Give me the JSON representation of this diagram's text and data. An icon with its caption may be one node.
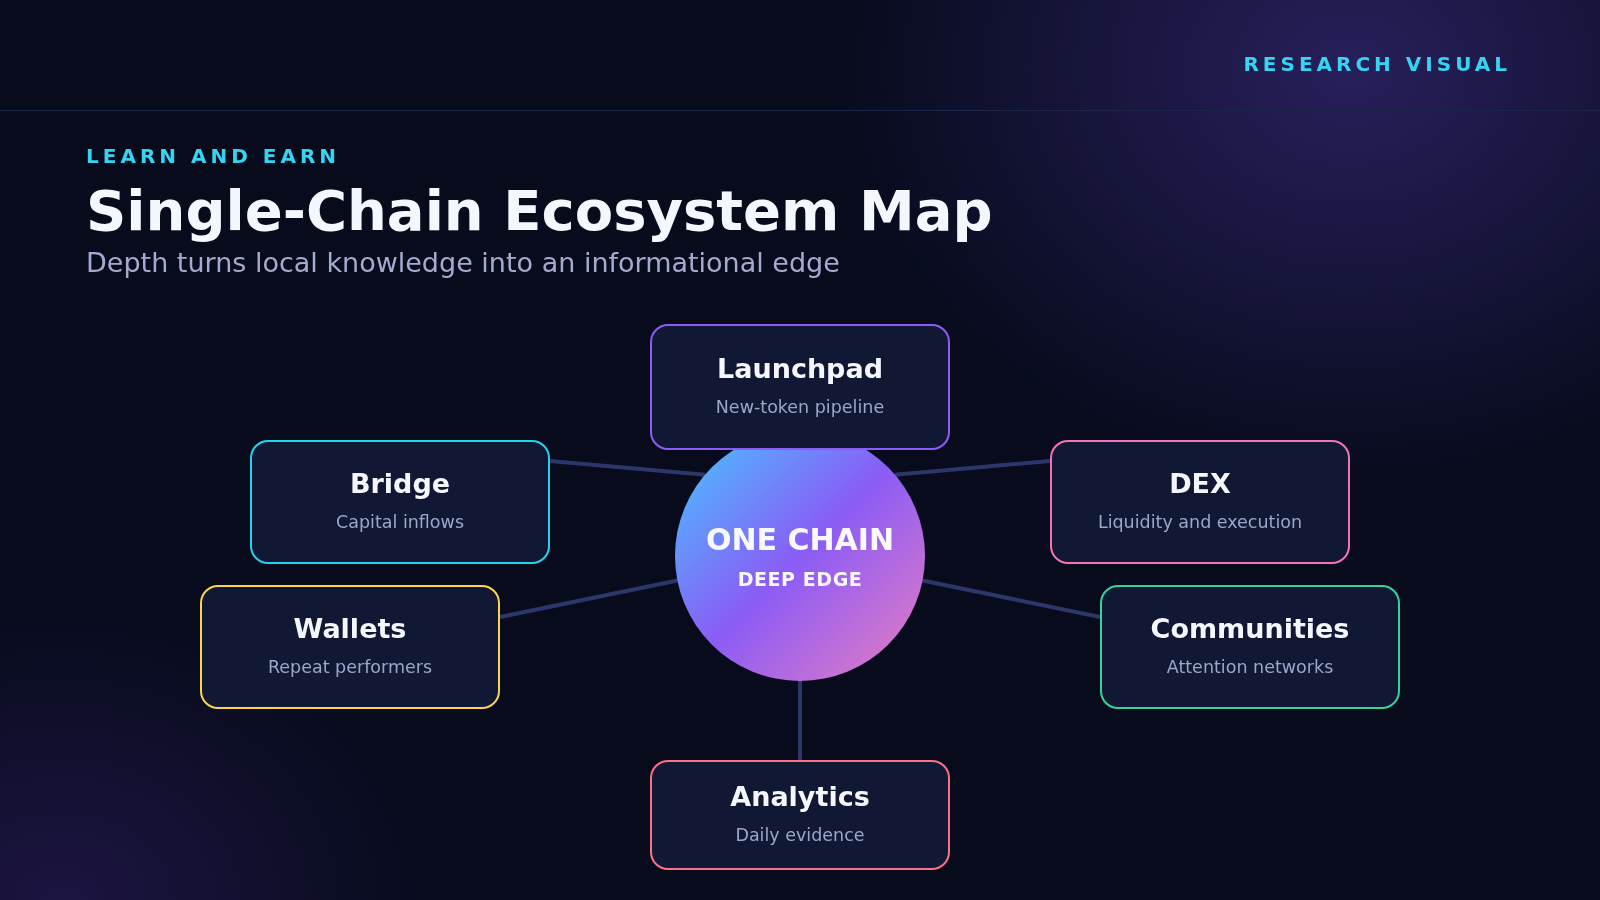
{
  "diagram": {
    "title": "Single-Chain Ecosystem Map",
    "nodes": [
      {
        "text": [
          "Launchpad",
          "New-token pipeline"
        ]
      },
      {
        "text": [
          "Bridge",
          "Capital inflows"
        ]
      },
      {
        "text": [
          "DEX",
          "Liquidity and execution"
        ]
      },
      {
        "text": [
          "ONE CHAIN",
          "DEEP EDGE"
        ]
      },
      {
        "text": [
          "Wallets",
          "Repeat performers"
        ]
      },
      {
        "text": [
          "Communities",
          "Attention networks"
        ]
      },
      {
        "text": [
          "Analytics",
          "Daily evidence"
        ]
      }
    ],
    "edges": [
      {
        "from": 3,
        "to": 1,
        "arrow": "none"
      },
      {
        "from": 3,
        "to": 2,
        "arrow": "none"
      },
      {
        "from": 3,
        "to": 4,
        "arrow": "none"
      },
      {
        "from": 3,
        "to": 5,
        "arrow": "none"
      },
      {
        "from": 3,
        "to": 6,
        "arrow": "none"
      }
    ],
    "labels": [
      "RESEARCH VISUAL",
      "LEARN AND EARN",
      "Depth turns local knowledge into an informational edge"
    ]
  }
}
